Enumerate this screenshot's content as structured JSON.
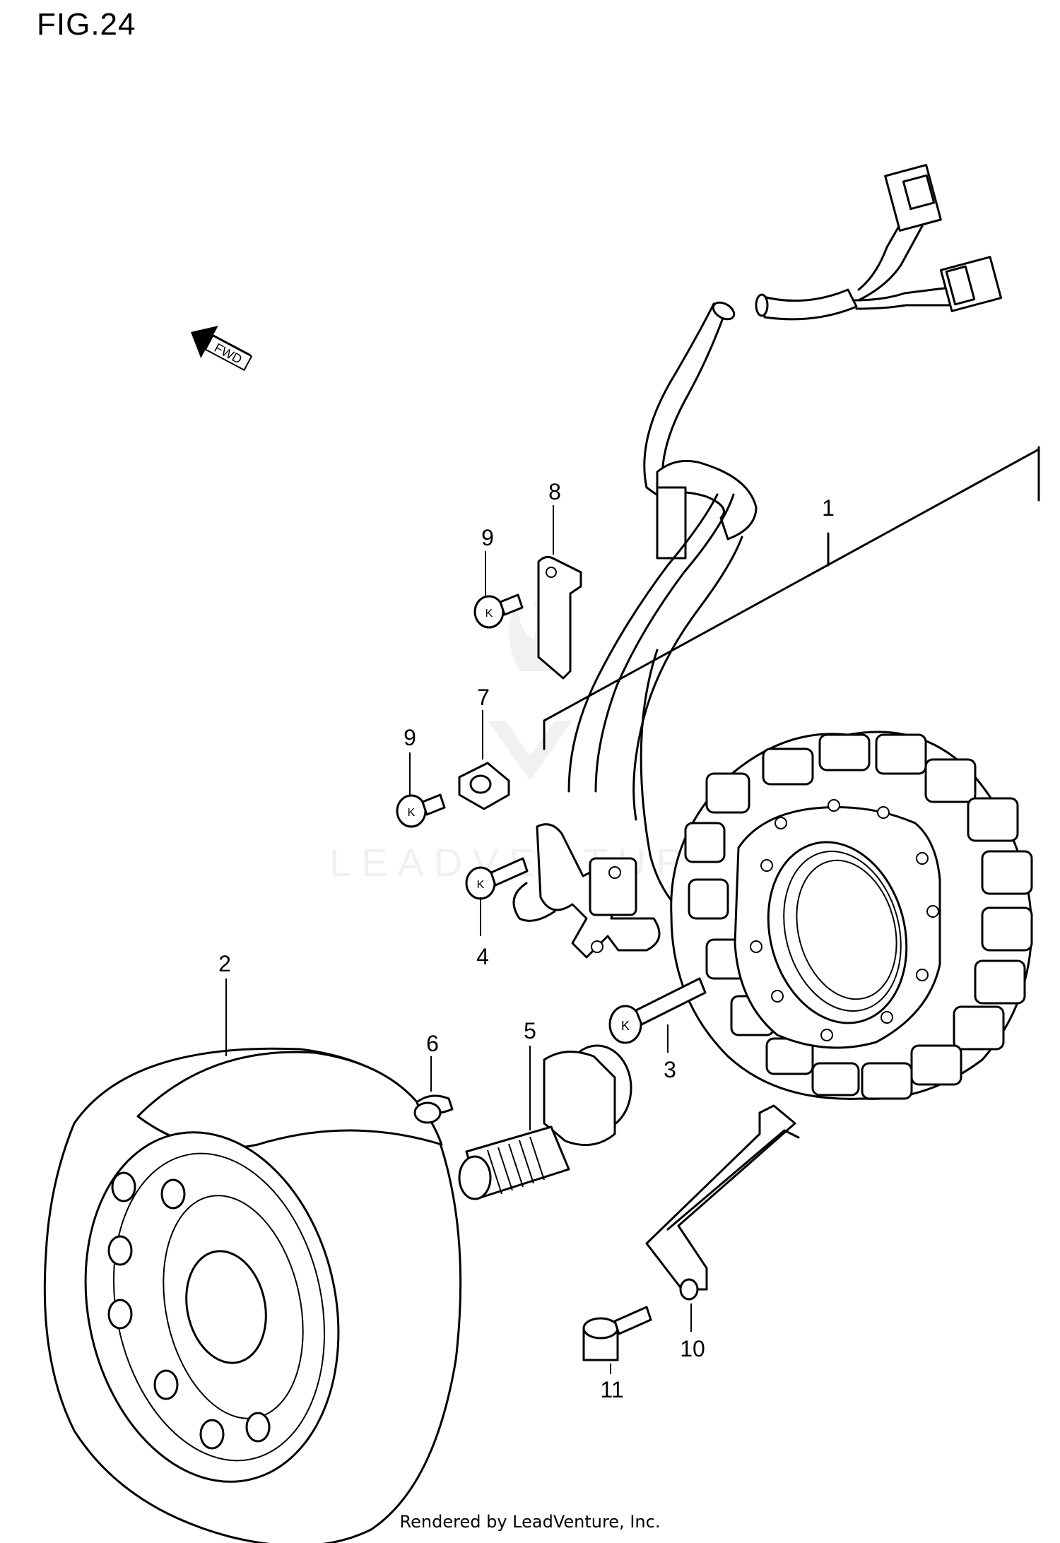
{
  "figure": {
    "title": "FIG.24"
  },
  "direction_badge": {
    "text": "FWD"
  },
  "watermark": {
    "text": "LEADVENTURE"
  },
  "parts": [
    {
      "ref": "1",
      "part": "stator"
    },
    {
      "ref": "2",
      "part": "rotor"
    },
    {
      "ref": "3",
      "part": "stator-screw"
    },
    {
      "ref": "4",
      "part": "pickup-screw"
    },
    {
      "ref": "5",
      "part": "rotor-bolt"
    },
    {
      "ref": "6",
      "part": "woodruff-key"
    },
    {
      "ref": "7",
      "part": "wire-clamp"
    },
    {
      "ref": "8",
      "part": "wire-guide-plate"
    },
    {
      "ref": "9",
      "part": "screw"
    },
    {
      "ref": "9b",
      "label": "9",
      "part": "screw"
    },
    {
      "ref": "10",
      "part": "lead-wire-cover"
    },
    {
      "ref": "11",
      "part": "cover-bolt"
    }
  ],
  "footer": {
    "text": "Rendered by LeadVenture, Inc."
  }
}
